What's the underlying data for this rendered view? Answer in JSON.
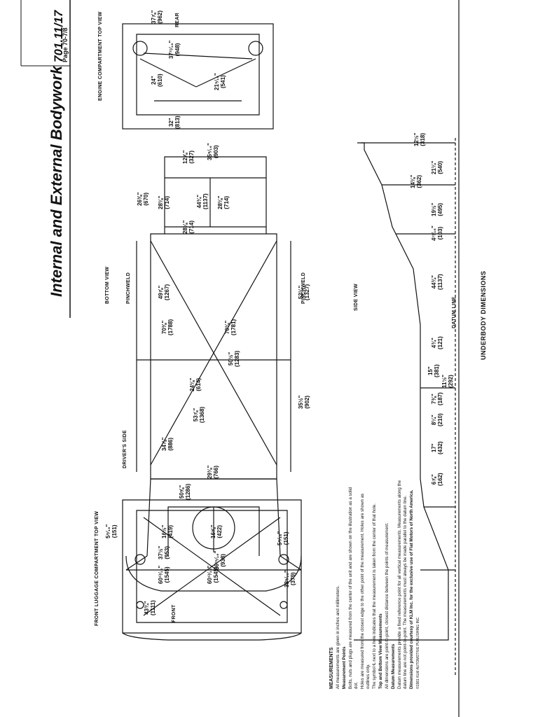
{
  "header": {
    "title": "Internal and External Bodywork",
    "code": "701.11/17",
    "page": "Page 70-7/8"
  },
  "views": {
    "engine_compartment": "ENGINE COMPARTMENT TOP VIEW",
    "rear": "REAR",
    "bottom_view": "BOTTOM VIEW",
    "pinchweld": "PINCHWELD",
    "drivers_side": "DRIVER'S SIDE",
    "side_view": "SIDE VIEW",
    "front_luggage": "FRONT LUGGAGE COMPARTMENT TOP VIEW",
    "front": "FRONT",
    "datum_line": "DATUM LINE",
    "underbody": "UNDERBODY DIMENSIONS"
  },
  "engine_dims": [
    {
      "in": "37⅞\"",
      "mm": "(962)"
    },
    {
      "in": "37¹¹⁄₁₆\"",
      "mm": "(948)"
    },
    {
      "in": "24\"",
      "mm": "(610)"
    },
    {
      "in": "21⁵⁄₁₆\"",
      "mm": "(541)"
    }
  ],
  "bottom_dims": [
    {
      "in": "32\"",
      "mm": "(813)"
    },
    {
      "in": "12⅞\"",
      "mm": "(327)"
    },
    {
      "in": "35⁹⁄₁₆\"",
      "mm": "(903)"
    },
    {
      "in": "26⅜\"",
      "mm": "(670)"
    },
    {
      "in": "28⅛\"",
      "mm": "(714)"
    },
    {
      "in": "44¾\"",
      "mm": "(1137)"
    },
    {
      "in": "28⅛\"",
      "mm": "(714)"
    },
    {
      "in": "28⅛\"",
      "mm": "(714)"
    },
    {
      "in": "49⅞\"",
      "mm": "(1267)"
    },
    {
      "in": "52¼\"",
      "mm": "(1327)"
    },
    {
      "in": "70⅜\"",
      "mm": "(1788)"
    },
    {
      "in": "70⅛\"",
      "mm": "(1781)"
    },
    {
      "in": "50½\"",
      "mm": "(1283)"
    },
    {
      "in": "24⅛\"",
      "mm": "(614)"
    },
    {
      "in": "53⅞\"",
      "mm": "(1368)"
    },
    {
      "in": "35½\"",
      "mm": "(902)"
    },
    {
      "in": "34⅞\"",
      "mm": "(886)"
    },
    {
      "in": "29⅛\"",
      "mm": "(766)"
    },
    {
      "in": "50⅝\"",
      "mm": "(1286)"
    }
  ],
  "side_dims": [
    {
      "in": "12½\"",
      "mm": "(318)"
    },
    {
      "in": "21¼\"",
      "mm": "(540)"
    },
    {
      "in": "14⅛\"",
      "mm": "(362)"
    },
    {
      "in": "19½\"",
      "mm": "(495)"
    },
    {
      "in": "4¹¹⁄₁₆\"",
      "mm": "(103)"
    },
    {
      "in": "44¾\"",
      "mm": "(1137)"
    },
    {
      "in": "4¾\"",
      "mm": "(121)"
    },
    {
      "in": "15\"",
      "mm": "(381)"
    },
    {
      "in": "11½\"",
      "mm": "(292)"
    },
    {
      "in": "7⅜\"",
      "mm": "(187)"
    },
    {
      "in": "8¼\"",
      "mm": "(210)"
    },
    {
      "in": "17\"",
      "mm": "(432)"
    },
    {
      "in": "6⅞\"",
      "mm": "(162)"
    }
  ],
  "front_dims": [
    {
      "in": "5⁹⁄₁₆\"",
      "mm": "(151)"
    },
    {
      "in": "16½\"",
      "mm": "(419)"
    },
    {
      "in": "37½\"",
      "mm": "(953)"
    },
    {
      "in": "60¹³⁄₁₆\"",
      "mm": "(1545)"
    },
    {
      "in": "16⅝\"",
      "mm": "(422)"
    },
    {
      "in": "36¹⁵⁄₁₆\"",
      "mm": "(938)"
    },
    {
      "in": "60¹³⁄₁₆\"",
      "mm": "(1545)"
    },
    {
      "in": "5⁹⁄₁₆\"",
      "mm": "(151)"
    },
    {
      "in": "38⁵⁄₁₆\"",
      "mm": "(379)"
    },
    {
      "in": "43¾\"",
      "mm": "(1111)"
    }
  ],
  "notes": {
    "title": "MEASUREMENTS",
    "intro": "All measurements are given in inches and millimeters.",
    "mp_head": "Measurement Points",
    "mp_text1": "Bolts, nuts and plugs are measured from the center of the unit and are shown on the illustration as a solid dot.",
    "mp_text2": "Holes are measured from the closest edge to the other point of the measurement. Holes are shown as outlines only.",
    "mp_text3": "The symbol ℄ next to a hole indicates that the measurement is taken from the center of that hole.",
    "tb_head": "Top and Bottom View Measurements",
    "tb_text": "All dimensions are point-to-point, closest distance between the points of measurement.",
    "dm_head": "Datum Measurements",
    "dm_text": "Datum measurements provide a fixed reference point for all vertical measurements. Measurements along the datum line are not point-to-point. The measurements must always be made parallel to the datum line.",
    "credit": "Dimensions provided courtesy of KLM Inc. for the exclusive use of Fiat Motors of North America.",
    "copyright": "©1981 KLM AUTOMOTIVE PUBLISHING INC."
  }
}
